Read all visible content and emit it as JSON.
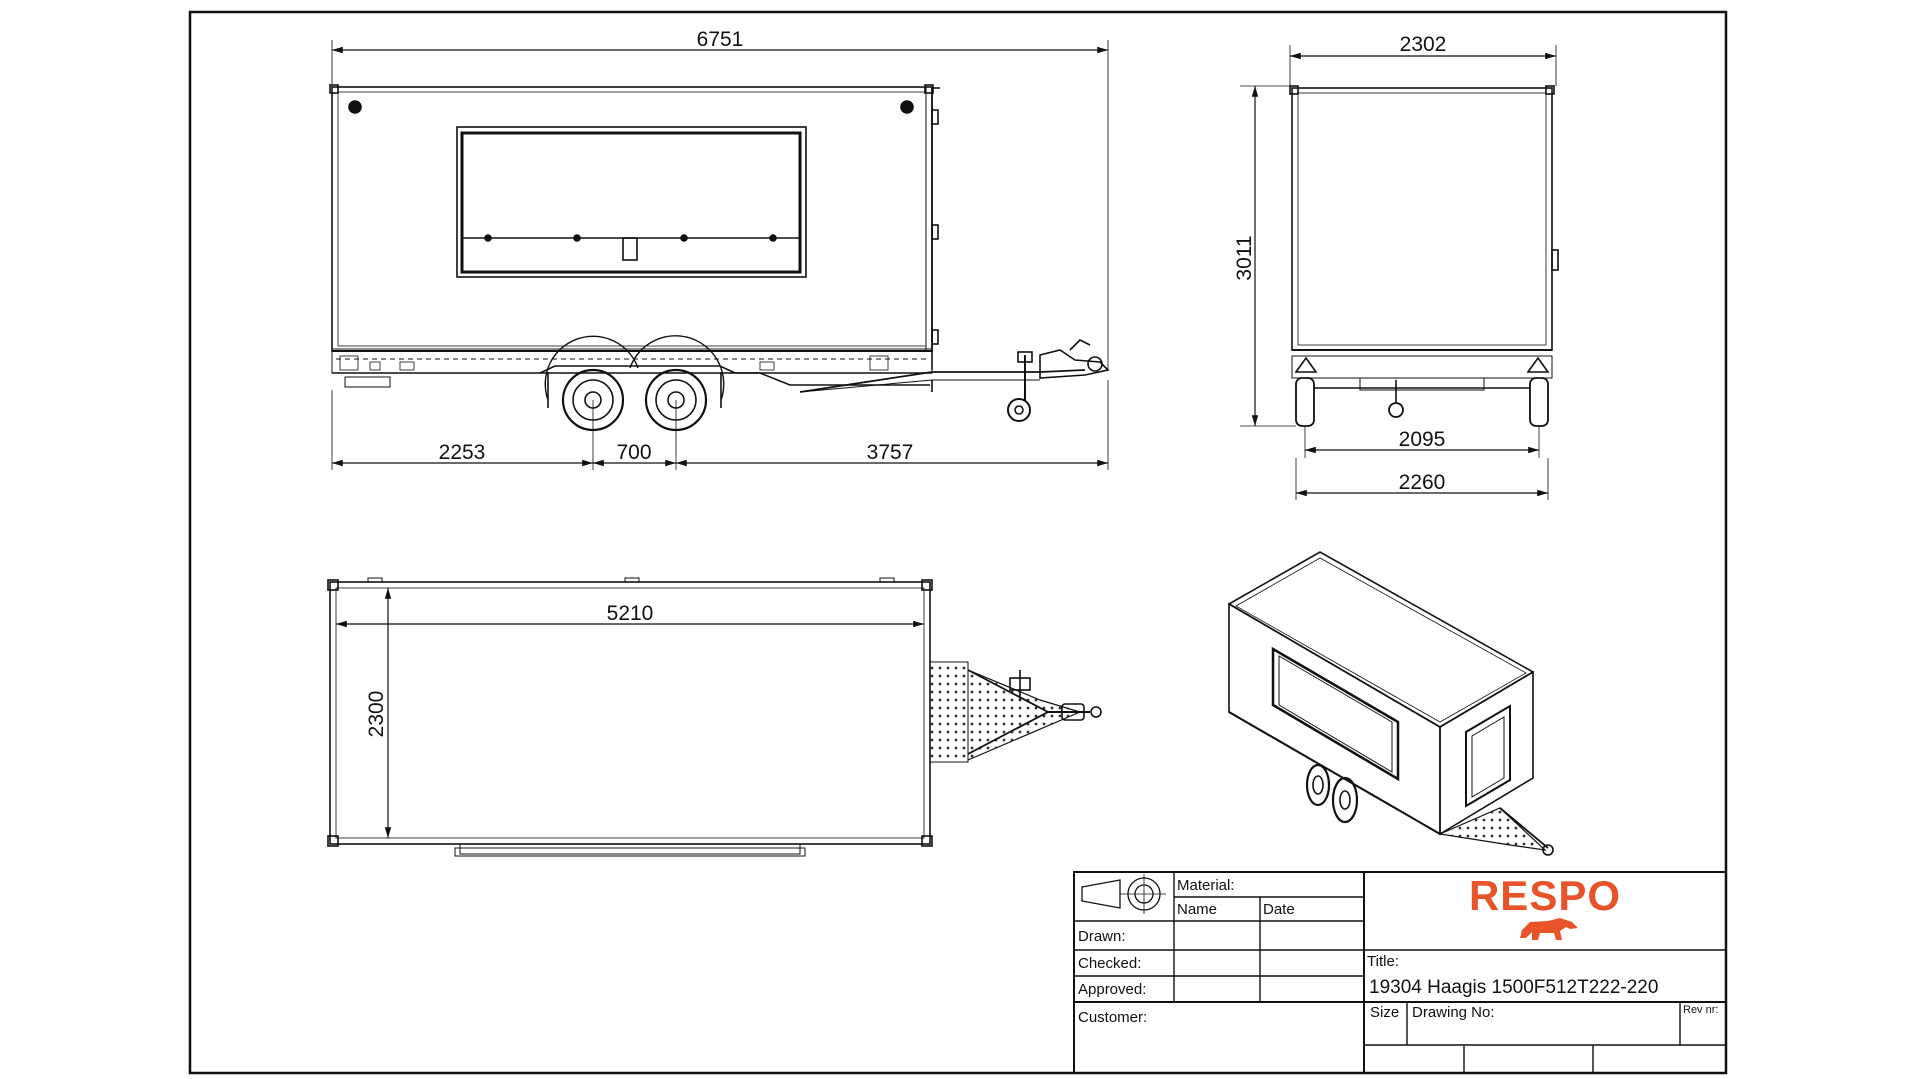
{
  "dimensions": {
    "overall_length": "6751",
    "rear_width": "2302",
    "height": "3011",
    "front_to_axle": "2253",
    "axle_spacing": "700",
    "axle_to_hitch": "3757",
    "track_inner": "2095",
    "track_outer": "2260",
    "body_length": "5210",
    "body_width": "2300"
  },
  "title_block": {
    "material_label": "Material:",
    "name_label": "Name",
    "date_label": "Date",
    "drawn_label": "Drawn:",
    "checked_label": "Checked:",
    "approved_label": "Approved:",
    "customer_label": "Customer:",
    "title_label": "Title:",
    "title_value": "19304 Haagis 1500F512T222-220",
    "size_label": "Size",
    "drawing_no_label": "Drawing No:",
    "rev_label": "Rev nr:"
  },
  "logo": {
    "text": "RESPO",
    "color": "#e8532a"
  }
}
